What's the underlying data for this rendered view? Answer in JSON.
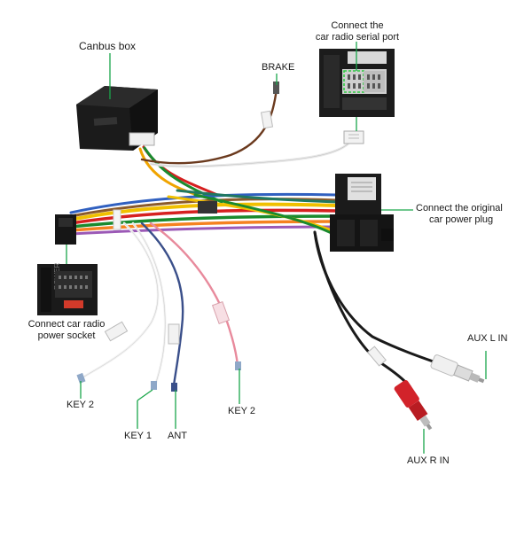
{
  "labels": {
    "canbus_box": "Canbus box",
    "brake": "BRAKE",
    "serial_port_line1": "Connect the",
    "serial_port_line2": "car radio serial port",
    "original_plug_line1": "Connect  the original",
    "original_plug_line2": "car power plug",
    "power_socket_line1": "Connect car radio",
    "power_socket_line2": "power socket",
    "aux_l": "AUX L IN",
    "aux_r": "AUX R IN",
    "key2_left": "KEY 2",
    "key1": "KEY 1",
    "ant": "ANT",
    "key2_right": "KEY 2",
    "power_text": "POWER"
  },
  "colors": {
    "leader_line": "#1aa64a",
    "socket_highlight": "#2ecc40",
    "connector_black": "#151515",
    "rca_red": "#d2232a",
    "rca_white": "#f2f2f2"
  }
}
